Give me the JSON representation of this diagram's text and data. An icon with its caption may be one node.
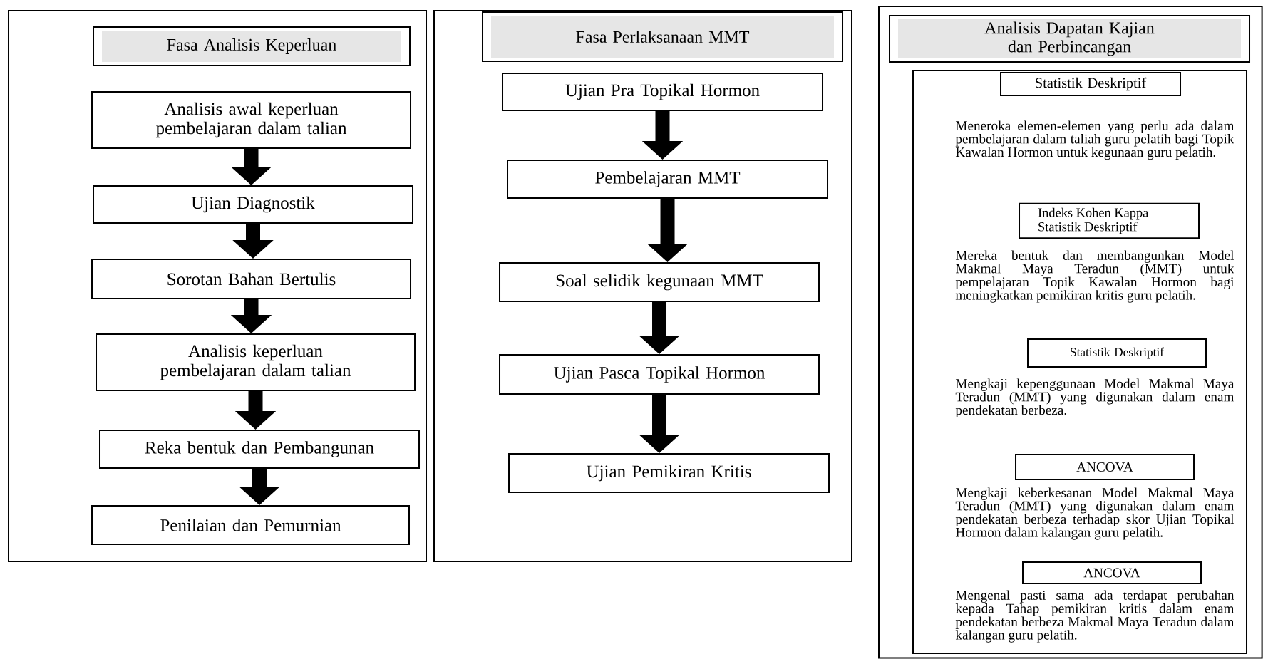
{
  "diagram": {
    "nodes": [
      {
        "text": [],
        "shape": "box"
      },
      {
        "text": [
          "Fasa Analisis Keperluan"
        ],
        "in": 0
      },
      {
        "text": [
          "Analisis awal keperluan pembelajaran dalam talian"
        ],
        "in": 0
      },
      {
        "text": [
          "Ujian Diagnostik"
        ],
        "in": 0
      },
      {
        "text": [
          "Sorotan Bahan Bertulis"
        ],
        "in": 0
      },
      {
        "text": [
          "Analisis keperluan pembelajaran dalam talian"
        ],
        "in": 0
      },
      {
        "text": [
          "Reka bentuk dan Pembangunan"
        ],
        "in": 0
      },
      {
        "text": [
          "Penilaian dan Pemurnian"
        ],
        "in": 0
      },
      {
        "text": [],
        "shape": "box"
      },
      {
        "text": [
          "Fasa Perlaksanaan MMT"
        ],
        "in": 8
      },
      {
        "text": [
          "Ujian Pra Topikal Hormon"
        ],
        "in": 8
      },
      {
        "text": [
          "Pembelajaran MMT"
        ],
        "in": 8
      },
      {
        "text": [
          "Soal selidik kegunaan MMT"
        ],
        "in": 8
      },
      {
        "text": [
          "Ujian Pasca Topikal Hormon"
        ],
        "in": 8
      },
      {
        "text": [
          "Ujian Pemikiran Kritis"
        ],
        "in": 8
      },
      {
        "text": [],
        "shape": "box"
      },
      {
        "text": [
          "Analisis Dapatan Kajian dan Perbincangan"
        ],
        "in": 15
      },
      {
        "text": [],
        "shape": "box",
        "in": 15
      },
      {
        "text": [
          "Statistik Deskriptif"
        ],
        "in": 17,
        "beside": [
          "Meneroka elemen-elemen yang perlu ada dalam pembelajaran dalam taliah guru pelatih bagi Topik Kawalan Hormon untuk kegunaan guru pelatih."
        ]
      },
      {
        "text": [
          "Indeks Kohen Kappa Statistik Deskriptif"
        ],
        "in": 17,
        "beside": [
          "Mereka bentuk dan membangunkan Model Makmal Maya Teradun (MMT) untuk pempelajaran Topik Kawalan Hormon bagi meningkatkan pemikiran kritis guru pelatih."
        ]
      },
      {
        "text": [
          "Statistik Deskriptif"
        ],
        "in": 17,
        "beside": [
          "Mengkaji kepenggunaan Model Makmal Maya Teradun (MMT) yang digunakan dalam enam pendekatan berbeza."
        ]
      },
      {
        "text": [
          "ANCOVA"
        ],
        "in": 17,
        "beside": [
          "Mengkaji keberkesanan Model Makmal Maya Teradun (MMT) yang digunakan dalam enam pendekatan berbeza terhadap skor Ujian Topikal Hormon dalam kalangan guru pelatih."
        ]
      },
      {
        "text": [
          "ANCOVA"
        ],
        "in": 17,
        "beside": [
          "Mengenal pasti sama ada terdapat perubahan kepada Tahap pemikiran kritis dalam enam pendekatan berbeza Makmal Maya Teradun dalam kalangan guru pelatih."
        ]
      }
    ],
    "edges": [
      {
        "from": 2,
        "to": 3,
        "arrow": "to"
      },
      {
        "from": 3,
        "to": 4,
        "arrow": "to"
      },
      {
        "from": 4,
        "to": 5,
        "arrow": "to"
      },
      {
        "from": 5,
        "to": 6,
        "arrow": "to"
      },
      {
        "from": 6,
        "to": 7,
        "arrow": "to"
      },
      {
        "from": 10,
        "to": 11,
        "arrow": "to"
      },
      {
        "from": 11,
        "to": 12,
        "arrow": "to"
      },
      {
        "from": 12,
        "to": 13,
        "arrow": "to"
      },
      {
        "from": 13,
        "to": 14,
        "arrow": "to"
      }
    ]
  }
}
